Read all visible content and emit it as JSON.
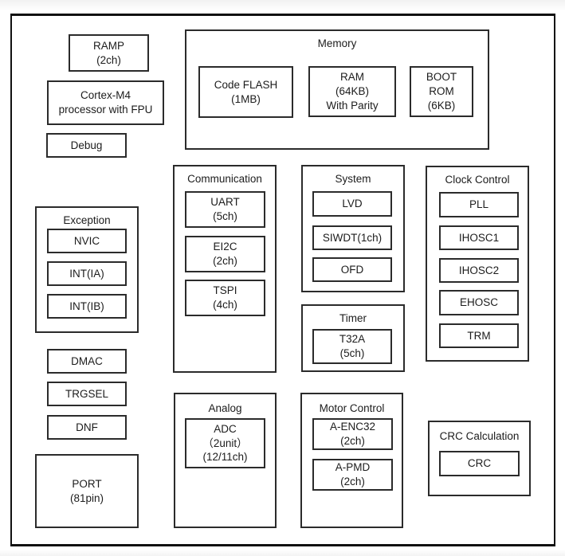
{
  "colors": {
    "border": "#2b2b2b",
    "frame_border": "#111111",
    "background": "#ffffff",
    "text": "#1c1c1c"
  },
  "left_column": {
    "ramp": {
      "line1": "RAMP",
      "line2": "(2ch)"
    },
    "processor": {
      "line1": "Cortex-M4",
      "line2": "processor with FPU"
    },
    "debug": {
      "label": "Debug"
    },
    "exception": {
      "title": "Exception",
      "items": [
        {
          "label": "NVIC"
        },
        {
          "label": "INT(IA)"
        },
        {
          "label": "INT(IB)"
        }
      ]
    },
    "dmac": {
      "label": "DMAC"
    },
    "trgsel": {
      "label": "TRGSEL"
    },
    "dnf": {
      "label": "DNF"
    },
    "port": {
      "line1": "PORT",
      "line2": "(81pin)"
    }
  },
  "memory": {
    "title": "Memory",
    "code_flash": {
      "line1": "Code FLASH",
      "line2": "(1MB)"
    },
    "ram": {
      "line1": "RAM",
      "line2": "(64KB)",
      "line3": "With Parity"
    },
    "boot_rom": {
      "line1": "BOOT",
      "line2": "ROM",
      "line3": "(6KB)"
    }
  },
  "communication": {
    "title": "Communication",
    "uart": {
      "line1": "UART",
      "line2": "(5ch)"
    },
    "ei2c": {
      "line1": "EI2C",
      "line2": "(2ch)"
    },
    "tspi": {
      "line1": "TSPI",
      "line2": "(4ch)"
    }
  },
  "system": {
    "title": "System",
    "lvd": {
      "label": "LVD"
    },
    "siwdt": {
      "label": "SIWDT(1ch)"
    },
    "ofd": {
      "label": "OFD"
    }
  },
  "timer": {
    "title": "Timer",
    "t32a": {
      "line1": "T32A",
      "line2": "(5ch)"
    }
  },
  "clock_control": {
    "title": "Clock Control",
    "items": [
      {
        "label": "PLL"
      },
      {
        "label": "IHOSC1"
      },
      {
        "label": "IHOSC2"
      },
      {
        "label": "EHOSC"
      },
      {
        "label": "TRM"
      }
    ]
  },
  "analog": {
    "title": "Analog",
    "adc": {
      "line1": "ADC",
      "line2": "（2unit）",
      "line3": "(12/11ch)"
    }
  },
  "motor_control": {
    "title": "Motor Control",
    "a_enc32": {
      "line1": "A-ENC32",
      "line2": "(2ch)"
    },
    "a_pmd": {
      "line1": "A-PMD",
      "line2": "(2ch)"
    }
  },
  "crc_calculation": {
    "title": "CRC Calculation",
    "crc": {
      "label": "CRC"
    }
  }
}
